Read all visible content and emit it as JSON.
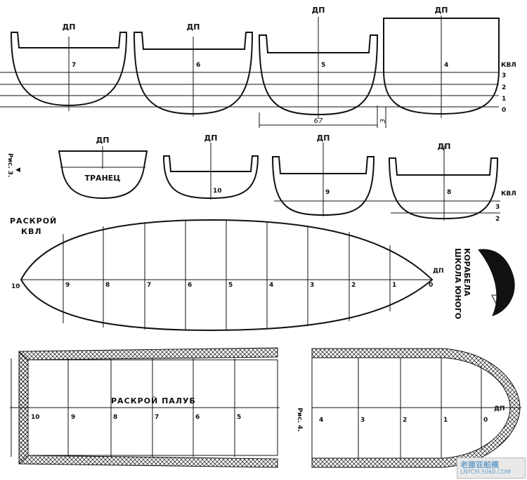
{
  "top_row": {
    "dp_label": "ДП",
    "frames": [
      "7",
      "6",
      "5",
      "4"
    ],
    "kvl_label": "КВЛ",
    "waterlines": [
      "3",
      "2",
      "1",
      "0"
    ],
    "dim_width": "67",
    "dim_height": "3"
  },
  "middle_row": {
    "dp_label": "ДП",
    "transom_label": "ТРАНЕЦ",
    "frames": [
      "10",
      "9",
      "8"
    ],
    "kvl_label": "КВЛ",
    "waterlines": [
      "3",
      "2"
    ],
    "figure_label": "Рис. 3."
  },
  "waterline_cut": {
    "title_line1": "РАСКРОЙ",
    "title_line2": "КВЛ",
    "dp_label": "ДП",
    "stations": [
      "10",
      "9",
      "8",
      "7",
      "6",
      "5",
      "4",
      "3",
      "2",
      "1",
      "0"
    ]
  },
  "logo": {
    "text_line1": "ШКОЛА ЮНОГО",
    "text_line2": "КОРАБЕЛА"
  },
  "deck_cut": {
    "title": "РАСКРОЙ ПАЛУБ",
    "aft_stations": [
      "10",
      "9",
      "8",
      "7",
      "6",
      "5"
    ],
    "fwd_stations": [
      "4",
      "3",
      "2",
      "1",
      "0"
    ],
    "dp_label": "ДП",
    "figure_label": "Рис. 4."
  },
  "watermark": {
    "line1": "老挪亚船模",
    "line2": "LNYCM.5060.COM"
  }
}
